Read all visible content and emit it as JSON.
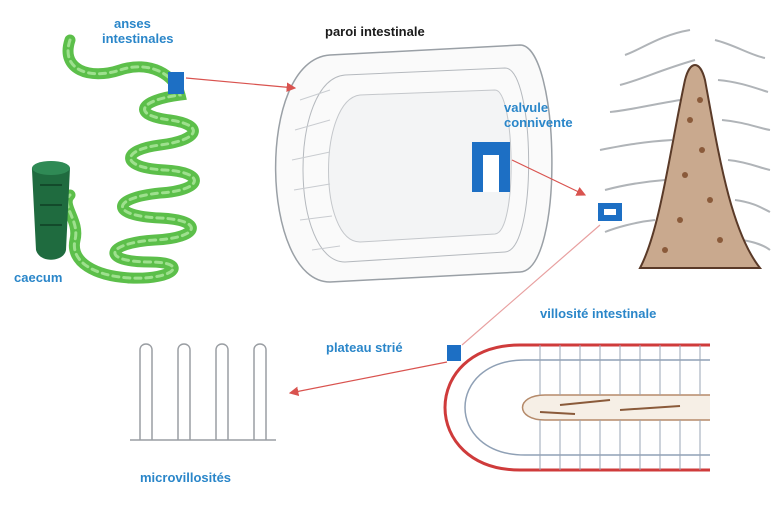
{
  "labels": {
    "anses_line1": "anses",
    "anses_line2": "intestinales",
    "paroi": "paroi intestinale",
    "valvule_line1": "valvule",
    "valvule_line2": "connivente",
    "caecum": "caecum",
    "villosite": "villosité intestinale",
    "plateau": "plateau strié",
    "microvillosites": "microvillosités"
  },
  "colors": {
    "label_blue": "#2a86c9",
    "marker_blue": "#1d6fc4",
    "arrow_red": "#d9534f",
    "intestine_green": "#5cbf4a",
    "caecum_green": "#1f6b3f",
    "villus_brown": "#8a5a3a",
    "border_red": "#cf3b3b"
  },
  "icons": {
    "marker": "blue-square-marker",
    "arrow": "red-arrow"
  }
}
